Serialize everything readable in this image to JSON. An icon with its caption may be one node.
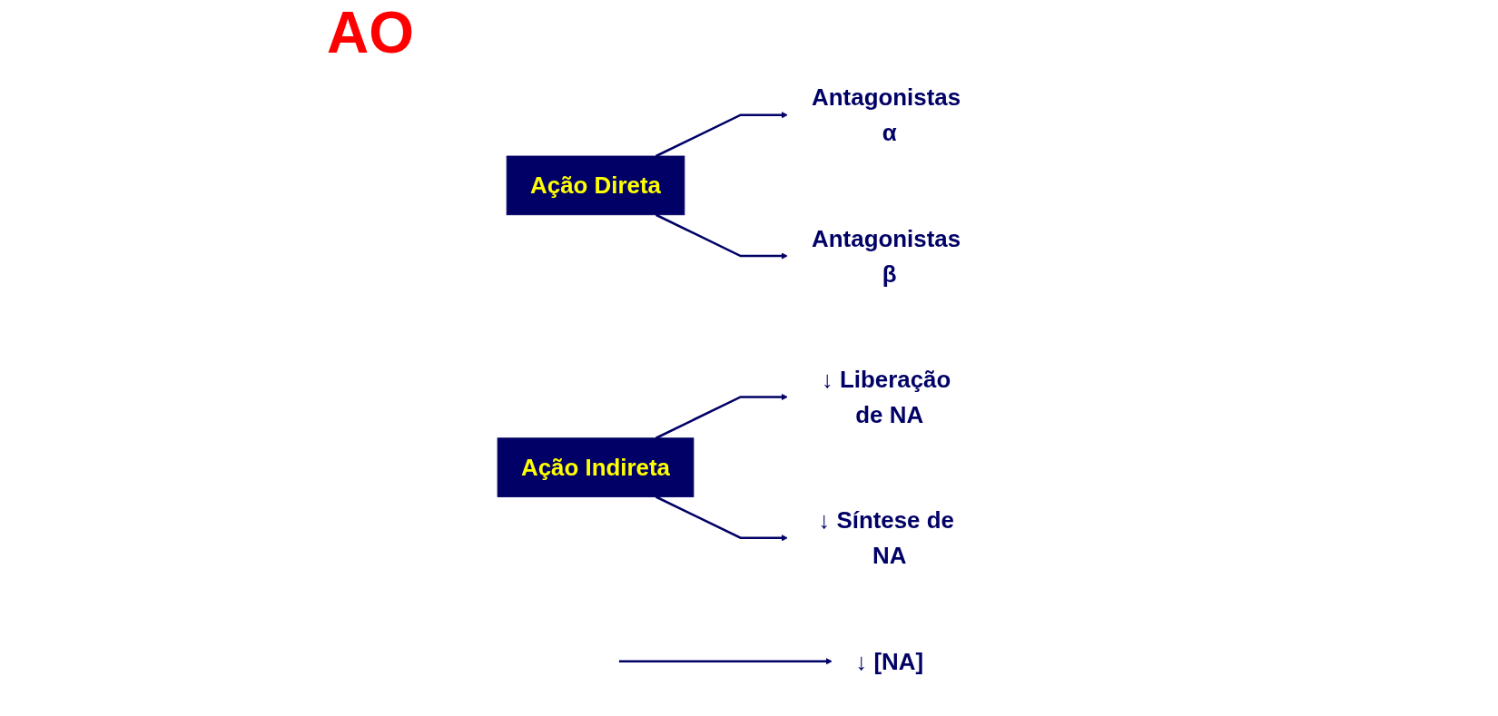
{
  "diagram": {
    "title": "AO",
    "nodes": [
      {
        "text": [
          "Ação Direta"
        ]
      },
      {
        "text": [
          "Antagonistas α"
        ]
      },
      {
        "text": [
          "Antagonistas β"
        ]
      },
      {
        "text": [
          "Ação Indireta"
        ]
      },
      {
        "text": [
          "↓ Liberação de NA"
        ]
      },
      {
        "text": [
          "↓ Síntese de NA"
        ]
      },
      {
        "text": [
          "↓ [NA]"
        ]
      }
    ],
    "edges": [
      {
        "from": 0,
        "to": 1,
        "arrow": "to"
      },
      {
        "from": 0,
        "to": 2,
        "arrow": "to"
      },
      {
        "from": 3,
        "to": 4,
        "arrow": "to"
      },
      {
        "from": 3,
        "to": 5,
        "arrow": "to"
      },
      {
        "from": null,
        "to": 6,
        "arrow": "to"
      }
    ]
  }
}
